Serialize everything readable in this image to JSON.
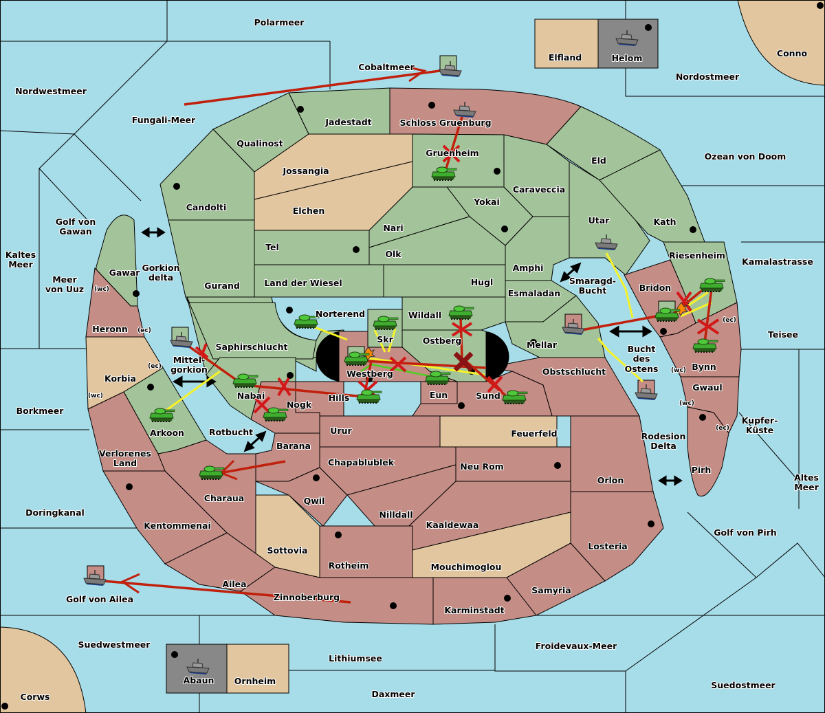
{
  "map": {
    "title": "Diplomacy map",
    "colors": {
      "sea": "#a7dce9",
      "power_green": "#a3c49a",
      "power_red": "#c48d85",
      "neutral": "#e2c69f",
      "power_grey": "#888888",
      "order_move": "#c0200c",
      "order_support": "#f5f22a",
      "order_convoy": "#4fcf1f",
      "failed_marker": "#d21818"
    }
  },
  "labels": {
    "polarmeer": "Polarmeer",
    "nordwestmeer": "Nordwestmeer",
    "fungali": "Fungali-Meer",
    "cobaltmeer": "Cobaltmeer",
    "elfland": "Elfland",
    "helom": "Helom",
    "conno": "Conno",
    "nordostmeer": "Nordostmeer",
    "ozean": "Ozean von Doom",
    "jadestadt": "Jadestadt",
    "schloss": "Schloss Gruenburg",
    "qualinost": "Qualinost",
    "jossangia": "Jossangia",
    "gruenheim": "Gruenheim",
    "eld": "Eld",
    "candolti": "Candolti",
    "elchen": "Elchen",
    "caraveccia": "Caraveccia",
    "yokai": "Yokai",
    "golfgawan1": "Golf von",
    "golfgawan2": "Gawan",
    "nari": "Nari",
    "utar": "Utar",
    "kath": "Kath",
    "kaltes1": "Kaltes",
    "kaltes2": "Meer",
    "tel": "Tel",
    "olk": "Olk",
    "riesenheim": "Riesenheim",
    "kamalastrasse": "Kamalastrasse",
    "gorkion1": "Gorkion",
    "gorkion2": "delta",
    "gawar": "Gawar",
    "amphi": "Amphi",
    "uuz1": "Meer",
    "uuz2": "von Uuz",
    "wc": "(wc)",
    "ec": "(ec)",
    "gurand": "Gurand",
    "landwiesel": "Land der Wiesel",
    "hugl": "Hugl",
    "smaragd1": "Smaragd-",
    "smaragd2": "Bucht",
    "bridon": "Bridon",
    "esmaladan": "Esmaladan",
    "norterend": "Norterend",
    "wildall": "Wildall",
    "heronn": "Heronn",
    "skr": "Skr",
    "ostberg": "Ostberg",
    "saphir": "Saphirschlucht",
    "mellar": "Mellar",
    "teisee": "Teisee",
    "mittel1": "Mittel-",
    "mittel2": "gorkion",
    "westberg": "Westberg",
    "bucht1": "Bucht",
    "bucht2": "des",
    "bucht3": "Ostens",
    "bynn": "Bynn",
    "obstschlucht": "Obstschlucht",
    "korbia": "Korbia",
    "nabai": "Nabai",
    "eun": "Eun",
    "sund": "Sund",
    "hills": "Hills",
    "gwaul": "Gwaul",
    "nogk": "Nogk",
    "borkmeer": "Borkmeer",
    "kupfer1": "Kupfer-",
    "kupfer2": "Küste",
    "urur": "Urur",
    "feuerfeld": "Feuerfeld",
    "arkoon": "Arkoon",
    "rotbucht": "Rotbucht",
    "rodesion1": "Rodesion",
    "rodesion2": "Delta",
    "barana": "Barana",
    "verlorenes1": "Verlorenes",
    "verlorenes2": "Land",
    "chapablublek": "Chapablublek",
    "neurom": "Neu Rom",
    "pirh": "Pirh",
    "altes1": "Altes",
    "altes2": "Meer",
    "orlon": "Orlon",
    "charaua": "Charaua",
    "qwil": "Qwil",
    "doringkanal": "Doringkanal",
    "nilldall": "Nilldall",
    "kentommenai": "Kentommenai",
    "kaaldewaa": "Kaaldewaa",
    "golfpirh": "Golf von Pirh",
    "losteria": "Losteria",
    "sottovia": "Sottovia",
    "rotheim": "Rotheim",
    "mouchimoglou": "Mouchimoglou",
    "ailea": "Ailea",
    "samyria": "Samyria",
    "golfailea": "Golf von Ailea",
    "zinnoberburg": "Zinnoberburg",
    "karminstadt": "Karminstadt",
    "suedwestmeer": "Suedwestmeer",
    "froidevaux": "Froidevaux-Meer",
    "lithiumsee": "Lithiumsee",
    "abaun": "Abaun",
    "ornheim": "Ornheim",
    "suedostmeer": "Suedostmeer",
    "corws": "Corws",
    "daxmeer": "Daxmeer"
  },
  "units": [
    {
      "type": "fleet",
      "location": "Cobaltmeer",
      "dislodged": true
    },
    {
      "type": "fleet",
      "location": "Schloss Gruenburg"
    },
    {
      "type": "fleet",
      "location": "Helom"
    },
    {
      "type": "army",
      "location": "Gruenheim"
    },
    {
      "type": "fleet",
      "location": "Utar"
    },
    {
      "type": "army",
      "location": "Riesenheim"
    },
    {
      "type": "army",
      "location": "Bridon",
      "dislodged": true
    },
    {
      "type": "army",
      "location": "Bynn"
    },
    {
      "type": "fleet",
      "location": "Smaragd-Bucht",
      "dislodged": true
    },
    {
      "type": "fleet",
      "location": "Bucht des Ostens",
      "dislodged": true
    },
    {
      "type": "army",
      "location": "Norterend"
    },
    {
      "type": "army",
      "location": "Skr"
    },
    {
      "type": "army",
      "location": "Wildall"
    },
    {
      "type": "army",
      "location": "Westberg",
      "dislodged": true
    },
    {
      "type": "army",
      "location": "Eun"
    },
    {
      "type": "army",
      "location": "Sund"
    },
    {
      "type": "army",
      "location": "Hills"
    },
    {
      "type": "fleet",
      "location": "Mittelgorkion",
      "dislodged": true
    },
    {
      "type": "army",
      "location": "Nabai"
    },
    {
      "type": "army",
      "location": "Nogk"
    },
    {
      "type": "army",
      "location": "Arkoon"
    },
    {
      "type": "army",
      "location": "Charaua"
    },
    {
      "type": "fleet",
      "location": "Golf von Ailea",
      "dislodged": true
    },
    {
      "type": "fleet",
      "location": "Abaun"
    }
  ],
  "orders": [
    {
      "kind": "move",
      "from": "Fungali-Meer",
      "to": "Cobaltmeer",
      "result": "success"
    },
    {
      "kind": "move",
      "from": "Gruenheim",
      "to": "Schloss Gruenburg",
      "result": "failed"
    },
    {
      "kind": "move",
      "from": "Barana",
      "to": "Charaua",
      "result": "success"
    },
    {
      "kind": "move",
      "from": "Zinnoberburg",
      "to": "Golf von Ailea",
      "result": "success"
    },
    {
      "kind": "move",
      "from": "Mittelgorkion",
      "to": "Nabai",
      "result": "failed"
    },
    {
      "kind": "support",
      "from": "Arkoon",
      "to": "Nabai",
      "result": "success"
    },
    {
      "kind": "move",
      "from": "Nabai",
      "to": "Hills",
      "result": "failed"
    },
    {
      "kind": "move",
      "from": "Nogk",
      "to": "Nabai",
      "result": "failed"
    },
    {
      "kind": "support",
      "from": "Norterend",
      "to": "Westberg",
      "result": "success"
    },
    {
      "kind": "support",
      "from": "Skr",
      "to": "Westberg",
      "result": "success"
    },
    {
      "kind": "convoy",
      "from": "Eun",
      "to": "Westberg",
      "result": "success"
    },
    {
      "kind": "move",
      "from": "Ostberg",
      "to": "Westberg",
      "result": "success"
    },
    {
      "kind": "move",
      "from": "Wildall",
      "to": "Ostberg",
      "result": "failed"
    },
    {
      "kind": "move",
      "from": "Sund",
      "to": "Ostberg",
      "result": "failed"
    },
    {
      "kind": "move",
      "from": "Hills",
      "to": "Westberg",
      "result": "failed"
    },
    {
      "kind": "support",
      "from": "Utar",
      "to": "Bridon",
      "result": "success"
    },
    {
      "kind": "support",
      "from": "Bucht des Ostens",
      "to": "Bridon",
      "result": "success"
    },
    {
      "kind": "move",
      "from": "Smaragd-Bucht",
      "to": "Bridon",
      "result": "success"
    },
    {
      "kind": "move",
      "from": "Riesenheim",
      "to": "Bridon",
      "result": "failed"
    },
    {
      "kind": "move",
      "from": "Bynn",
      "to": "Riesenheim",
      "result": "failed"
    }
  ]
}
